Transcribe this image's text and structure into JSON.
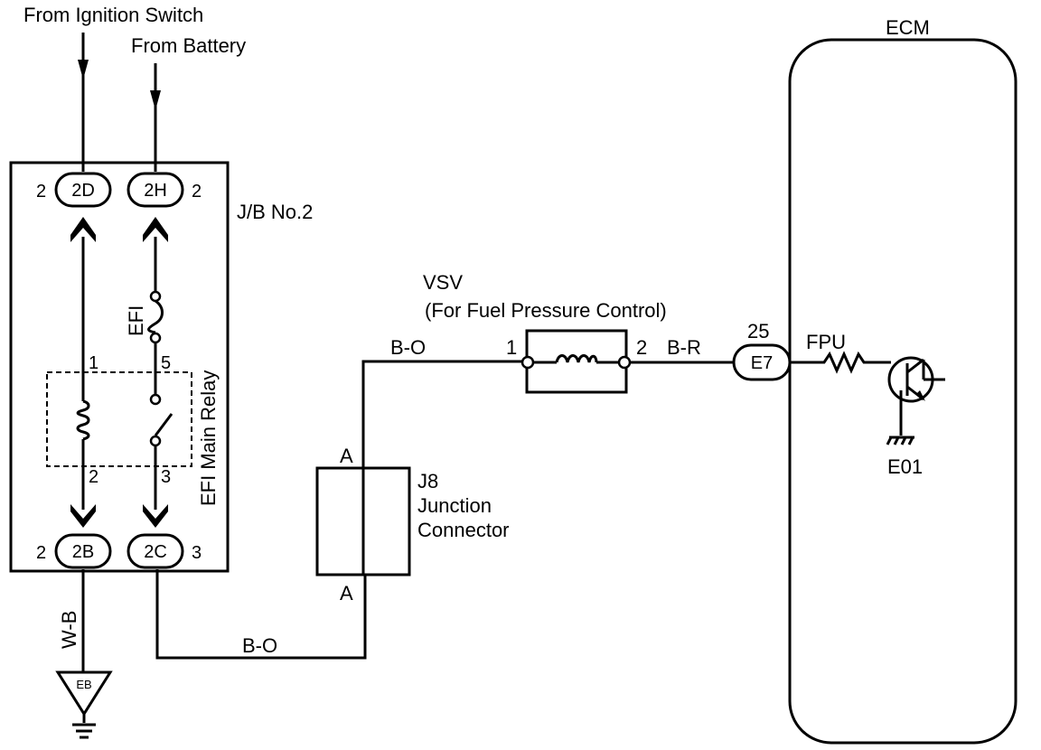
{
  "labels": {
    "from_ignition": "From Ignition Switch",
    "from_battery": "From Battery",
    "jb": "J/B No.2",
    "efi_fuse": "EFI",
    "efi_relay": "EFI Main Relay",
    "vsv_title": "VSV",
    "vsv_sub": "(For Fuel Pressure Control)",
    "j8": "J8",
    "junction": "Junction",
    "connector": "Connector",
    "ecm": "ECM",
    "fpu": "FPU",
    "e01": "E01",
    "ground_eb": "EB"
  },
  "connectors": {
    "c2D": {
      "name": "2D",
      "pin": "2"
    },
    "c2H": {
      "name": "2H",
      "pin": "2"
    },
    "c2B": {
      "name": "2B",
      "pin": "2"
    },
    "c2C": {
      "name": "2C",
      "pin": "3"
    },
    "e7": {
      "name": "E7",
      "pin": "25"
    }
  },
  "relay_pins": {
    "p1": "1",
    "p5": "5",
    "p2": "2",
    "p3": "3"
  },
  "vsv_pins": {
    "p1": "1",
    "p2": "2"
  },
  "j8_pins": {
    "top": "A",
    "bottom": "A"
  },
  "wires": {
    "wb": "W-B",
    "bo_top": "B-O",
    "bo_bottom": "B-O",
    "br": "B-R"
  }
}
